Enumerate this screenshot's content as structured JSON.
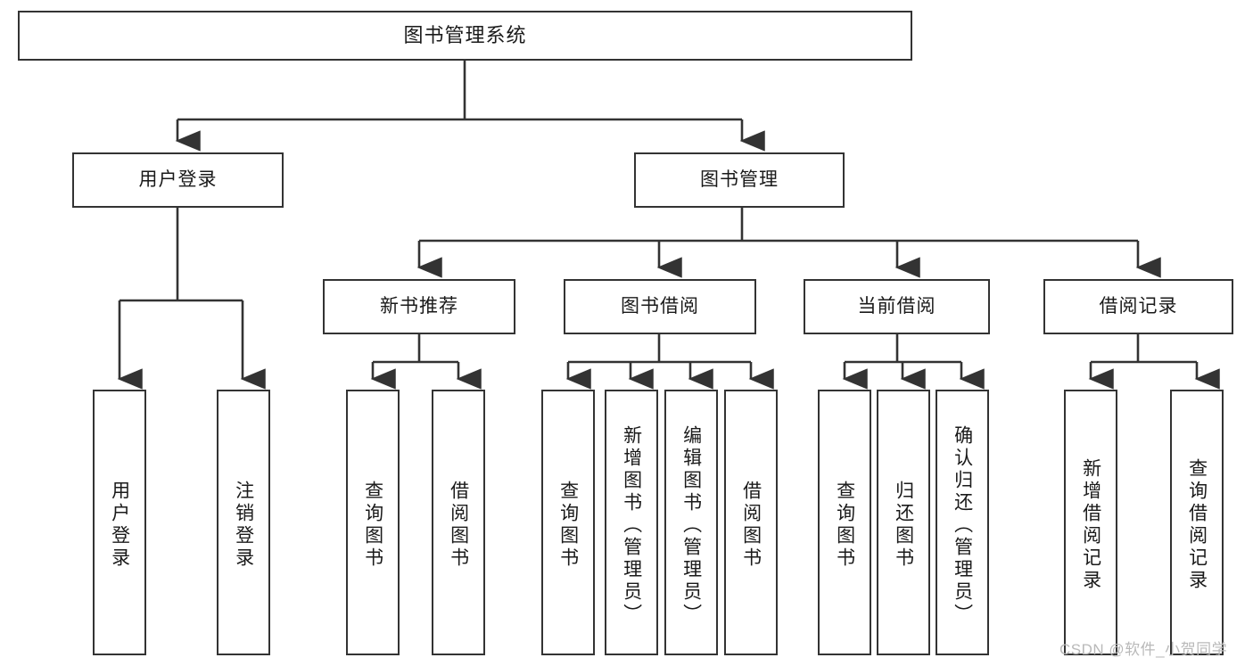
{
  "diagram": {
    "type": "tree-hierarchy-chart",
    "title": "图书管理系统",
    "orientation": "top-down",
    "colors": {
      "box_border": "#333333",
      "box_fill": "#ffffff",
      "connector": "#333333",
      "text": "#1a1a1a",
      "watermark": "#b9b9b9",
      "background": "#ffffff"
    }
  },
  "root": {
    "label": "图书管理系统"
  },
  "level2": [
    {
      "label": "用户登录"
    },
    {
      "label": "图书管理"
    }
  ],
  "level3": [
    {
      "label": "新书推荐"
    },
    {
      "label": "图书借阅"
    },
    {
      "label": "当前借阅"
    },
    {
      "label": "借阅记录"
    }
  ],
  "leaves": {
    "user_login": [
      {
        "label": "用户登录"
      },
      {
        "label": "注销登录"
      }
    ],
    "new_book_recommend": [
      {
        "label": "查询图书"
      },
      {
        "label": "借阅图书"
      }
    ],
    "book_borrow": [
      {
        "label": "查询图书"
      },
      {
        "label": "新增图书（管理员）"
      },
      {
        "label": "编辑图书（管理员）"
      },
      {
        "label": "借阅图书"
      }
    ],
    "current_borrow": [
      {
        "label": "查询图书"
      },
      {
        "label": "归还图书"
      },
      {
        "label": "确认归还（管理员）"
      }
    ],
    "borrow_record": [
      {
        "label": "新增借阅记录"
      },
      {
        "label": "查询借阅记录"
      }
    ]
  },
  "watermark": {
    "text": "CSDN @软件_小贺同学"
  }
}
